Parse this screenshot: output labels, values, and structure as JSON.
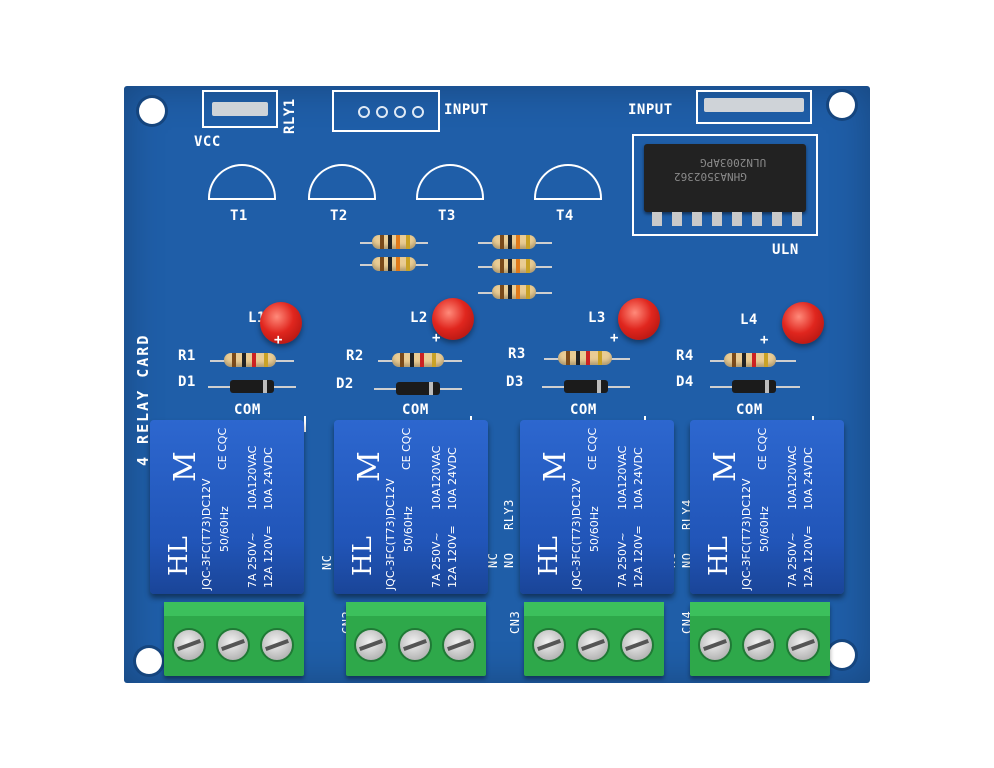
{
  "board": {
    "title": "4 RELAY CARD",
    "labels": {
      "vcc": "VCC",
      "rly1": "RLY1",
      "input_left": "INPUT",
      "input_right": "INPUT",
      "uln": "ULN",
      "t1": "T1",
      "t2": "T2",
      "t3": "T3",
      "t4": "T4",
      "l1": "L1",
      "l2": "L2",
      "l3": "L3",
      "l4": "L4",
      "r1": "R1",
      "r2": "R2",
      "r3": "R3",
      "r4": "R4",
      "d1": "D1",
      "d2": "D2",
      "d3": "D3",
      "d4": "D4",
      "rly3": "RLY3",
      "rly4": "RLY4",
      "cn2": "CN2",
      "cn3": "CN3",
      "cn4": "CN4",
      "nc": "NC",
      "no": "NO"
    },
    "com_labels": [
      "COM",
      "COM",
      "COM",
      "COM"
    ],
    "plus_sign": "+",
    "ic_marking": "ULN2003APG",
    "ic_marking_2": "GHNA3502362"
  },
  "relay": {
    "brand_symbol": "M",
    "brand": "HL",
    "model": "JQC-3FC(T73)DC12V",
    "freq": "50/60Hz",
    "cert": "CE CQC",
    "rating_ac": "10A120VAC",
    "rating_dc": "10A 24VDC",
    "rating_a": "7A  250V~",
    "rating_b": "12A 120V="
  },
  "colors": {
    "board": "#1f5ea8",
    "relay": "#2155b8",
    "terminal": "#2ea84a",
    "led": "#e0261e"
  }
}
